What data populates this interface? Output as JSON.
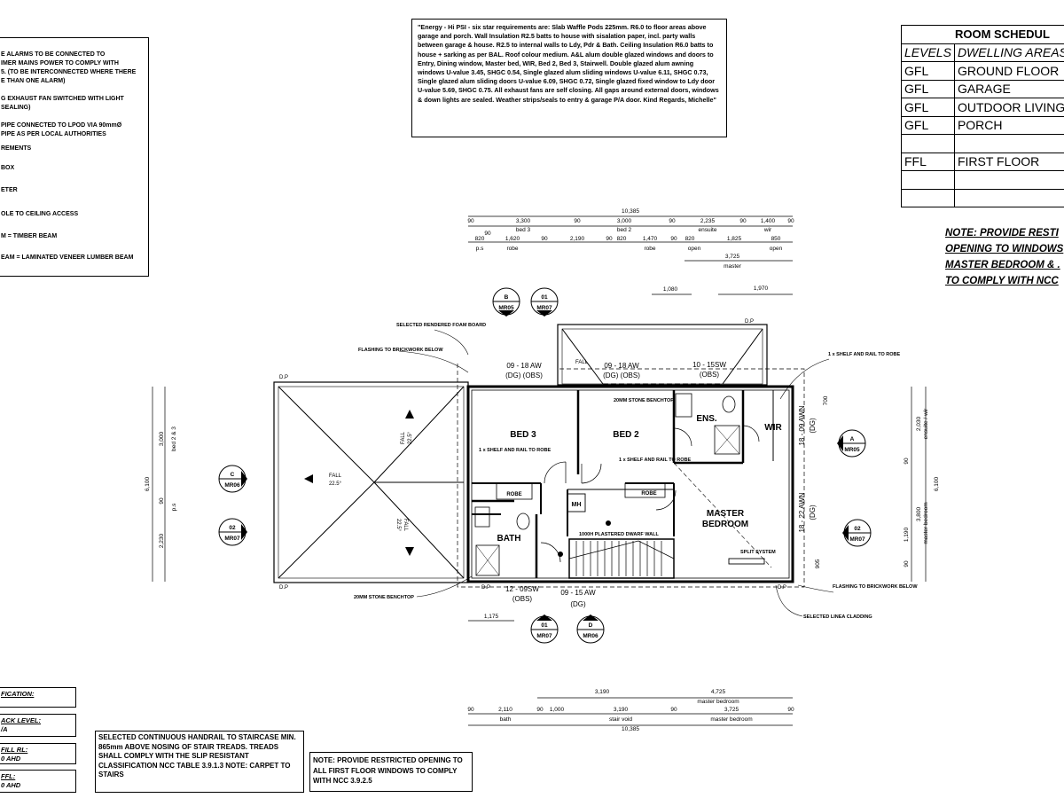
{
  "legend": {
    "lines": [
      "E ALARMS TO BE CONNECTED TO",
      "IMER MAINS POWER TO COMPLY WITH",
      "5. (TO BE INTERCONNECTED WHERE THERE",
      "E THAN ONE ALARM)",
      "G EXHAUST FAN SWITCHED WITH LIGHT",
      "SEALING)",
      "PIPE CONNECTED TO LPOD VIA 90mmØ",
      "PIPE AS PER LOCAL AUTHORITIES",
      "REMENTS",
      "BOX",
      "ETER",
      "OLE TO CEILING ACCESS",
      "M = TIMBER BEAM",
      "EAM = LAMINATED VENEER LUMBER BEAM"
    ]
  },
  "energy_note": "\"Energy - Hi PSI - six star requirements are: Slab Waffle Pods 225mm. R6.0 to floor areas above garage and porch. Wall Insulation R2.5 batts to house with sisalation paper, incl. party walls between garage & house. R2.5 to internal walls to Ldy, Pdr & Bath. Ceiling Insulation R6.0 batts to house + sarking as per BAL. Roof colour medium. A&L alum double glazed windows and doors to Entry, Dining window, Master bed, WIR, Bed 2, Bed 3, Stairwell. Double glazed alum awning windows U-value 3.45, SHGC 0.54, Single glazed alum sliding windows U-value 6.11, SHGC 0.73, Single glazed alum sliding doors U-value 6.09, SHGC 0.72, Single glazed fixed window to Ldy door U-value 5.69, SHGC 0.75. All exhaust fans are self closing. All gaps around external doors, windows & down lights are sealed. Weather strips/seals to entry & garage P/A door. Kind Regards, Michelle\"",
  "room_schedule": {
    "title": "ROOM SCHEDUL",
    "col_levels": "LEVELS",
    "col_areas": "DWELLING AREAS",
    "rows": [
      {
        "level": "GFL",
        "area": "GROUND FLOOR"
      },
      {
        "level": "GFL",
        "area": "GARAGE"
      },
      {
        "level": "GFL",
        "area": "OUTDOOR LIVING"
      },
      {
        "level": "GFL",
        "area": "PORCH"
      },
      {
        "level": "",
        "area": ""
      },
      {
        "level": "FFL",
        "area": "FIRST FLOOR"
      },
      {
        "level": "",
        "area": ""
      },
      {
        "level": "",
        "area": ""
      }
    ],
    "note_lines": [
      "NOTE: PROVIDE RESTI",
      "OPENING TO WINDOWS",
      "MASTER BEDROOM & .",
      "TO COMPLY WITH NCC"
    ]
  },
  "rooms": {
    "bed3": "BED 3",
    "bed2": "BED 2",
    "ens": "ENS.",
    "wir": "WIR",
    "master1": "MASTER",
    "master2": "BEDROOM",
    "bath": "BATH",
    "mh": "MH",
    "robe": "ROBE"
  },
  "windows": {
    "w1": "09 - 18 AW",
    "w1b": "(DG) (OBS)",
    "w2": "09 - 18 AW",
    "w2b": "(DG) (OBS)",
    "w3": "10 - 15SW",
    "w3b": "(OBS)",
    "w4": "18 - 09 AWN",
    "w4b": "(DG)",
    "w5": "18 - 22 AWN",
    "w5b": "(DG)",
    "w6": "12 - 09SW",
    "w6b": "(OBS)",
    "w7": "09 - 15 AW",
    "w7b": "(DG)"
  },
  "top_dims": {
    "overall": "10,385",
    "row1": [
      "90",
      "3,300",
      "90",
      "3,000",
      "90",
      "2,235",
      "90",
      "1,400",
      "90"
    ],
    "row1_sub": [
      "bed 3",
      "bed 2",
      "ensuite",
      "wir"
    ],
    "row2": [
      "90",
      "820",
      "1,620",
      "90",
      "2,190",
      "90",
      "820",
      "1,470",
      "90",
      "820",
      "1,825",
      "850"
    ],
    "row2_sub": [
      "p.s",
      "robe",
      "robe",
      "open",
      "open"
    ],
    "master_dim": "3,725",
    "master_label": "master",
    "d_1080": "1,080",
    "d_1970": "1,970"
  },
  "bottom_dims": {
    "row1": [
      "3,190",
      "4,725"
    ],
    "row1_sub": "master bedroom",
    "row2": [
      "90",
      "2,110",
      "90",
      "1,000",
      "3,190",
      "90",
      "3,725",
      "90"
    ],
    "row2_sub": [
      "bath",
      "stair void",
      "master bedroom"
    ],
    "overall": "10,385",
    "d_1175": "1,175"
  },
  "left_dims": {
    "overall": "6,100",
    "parts": [
      "3,000",
      "90",
      "2,230"
    ],
    "sub": "bed 2 & 3",
    "sub2": "p.s"
  },
  "right_dims": {
    "overall": "6,100",
    "parts": [
      "2,030",
      "3,800",
      "90",
      "1,190",
      "90"
    ],
    "sub1": "ensuite / wir",
    "sub2": "master bedroom",
    "d_700": "700",
    "d_905": "905"
  },
  "markers": [
    {
      "letter": "B",
      "ref": "MR05"
    },
    {
      "letter": "01",
      "ref": "MR07"
    },
    {
      "letter": "C",
      "ref": "MR06"
    },
    {
      "letter": "02",
      "ref": "MR07"
    },
    {
      "letter": "A",
      "ref": "MR05"
    },
    {
      "letter": "02",
      "ref": "MR07"
    },
    {
      "letter": "01",
      "ref": "MR07"
    },
    {
      "letter": "D",
      "ref": "MR06"
    }
  ],
  "annotations": {
    "render": "SELECTED RENDERED\nFOAM BOARD",
    "flashing_tl": "FLASHING TO BRICKWORK\nBELOW",
    "shelf_tr": "1 x SHELF AND\nRAIL TO ROBE",
    "flashing_br": "FLASHING TO\nBRICKWORK BELOW",
    "linea": "SELECTED LINEA CLADDING",
    "benchtop_bl": "20MM STONE BENCHTOP",
    "benchtop_ens": "20MM STONE\nBENCHTOP",
    "shelf_bed3": "1 x SHELF AND\nRAIL TO ROBE",
    "shelf_bed2": "1 x SHELF AND\nRAIL TO ROBE",
    "split": "SPLIT\nSYSTEM",
    "dwarf": "1000H PLASTERED\nDWARF WALL",
    "fall": "FALL",
    "pitch": "22.5°",
    "dp": "D.P"
  },
  "level_labels": [
    "FICATION:",
    "ACK LEVEL:",
    "/A",
    "FILL RL:",
    "0 AHD",
    "FFL:",
    "0 AHD"
  ],
  "handrail_note": "SELECTED CONTINUOUS HANDRAIL TO STAIRCASE MIN. 865mm ABOVE NOSING OF STAIR TREADS. TREADS SHALL COMPLY WITH THE SLIP RESISTANT CLASSIFICATION NCC TABLE 3.9.1.3 NOTE: CARPET TO STAIRS",
  "window_note": "NOTE: PROVIDE RESTRICTED OPENING TO ALL FIRST FLOOR WINDOWS TO COMPLY WITH NCC 3.9.2.5"
}
